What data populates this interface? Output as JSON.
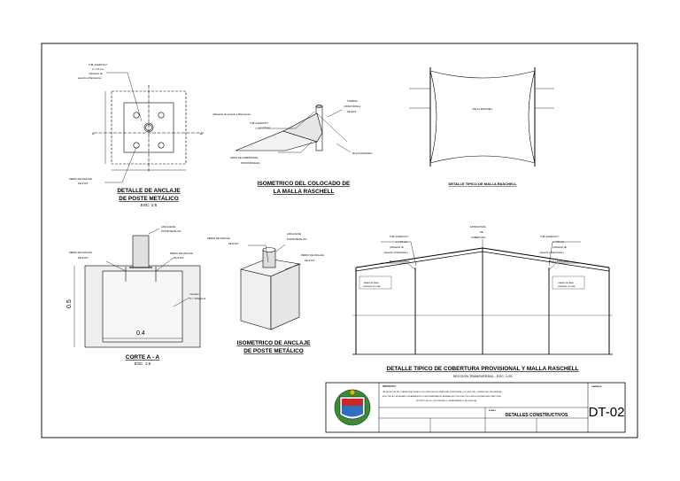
{
  "drawings": {
    "anclaje": {
      "note": [
        "TUB. ACERO Ø 2\"",
        "e = 2.5 mm",
        "(Ubicación de",
        "acuerdo a Planimetría )"
      ],
      "section_marks": [
        "A",
        "A"
      ],
      "bolt": [
        "PERNO DE ANCLAJE",
        "DE Ø 3/4\""
      ],
      "title": [
        "DETALLE DE ANCLAJE",
        "DE POSTE METÁLICO"
      ],
      "scale": "ESC: 1:5"
    },
    "isometrico_malla": {
      "tube": [
        "TUB. ACERO Ø 2\"",
        "e = 2.5 mm",
        "(Ubicación de acuerdo a Planimetría )"
      ],
      "cordon": [
        "CORDON",
        "LONGITUDINAL",
        "DE Ø1/4\""
      ],
      "limite": [
        "LIMITE DE COBERTURAS",
        "PROVISIONALES"
      ],
      "malla": "MALLA RASCHELL",
      "title": [
        "ISOMETRICO DEL COLOCADO DE",
        "LA MALLA RASCHELL"
      ]
    },
    "detalle_malla": {
      "center": "MALLA RASCHELL",
      "title": "DETALLE TIPICO DE MALLA RASCHELL"
    },
    "corte": {
      "anclaje": [
        "ANCLAJE DE",
        "POSTE METALICO"
      ],
      "perno_left": [
        "PERNO DE ANCLAJE",
        "DE Ø 3/4\""
      ],
      "perno_right": [
        "PERNO DE ANCLAJE",
        "DE Ø 3/4\""
      ],
      "concrete": [
        "Concreto",
        "f'c = 175kg/cm2"
      ],
      "dim_h": "0.5",
      "dim_w": "0.4",
      "title": "CORTE A - A",
      "scale": "ESC: 1:5"
    },
    "isometrico_anclaje": {
      "perno_left": [
        "PERNO DE ANCLAJE",
        "DE Ø 3/4\""
      ],
      "anclaje": [
        "ANCLAJE DE",
        "POSTE METALICO"
      ],
      "perno_right": [
        "PERNO DE ANCLAJE",
        "DE Ø 3/4\""
      ],
      "title": [
        "ISOMETRICO DE ANCLAJE",
        "DE POSTE METÁLICO"
      ]
    },
    "cobertura": {
      "estructura": [
        "ESTRUCTURA",
        "DE",
        "COBERTURA"
      ],
      "tube_left": [
        "TUB. ACERO Ø 2\"",
        "e = 2.5 mm",
        "(Ubicación de",
        "acuerdo a Planimetría )"
      ],
      "tube_right": [
        "TUB. ACERO Ø 2\"",
        "e = 2.5 mm",
        "(Ubicación de",
        "acuerdo a Planimetría )"
      ],
      "malla_left": "MALLA RASCHELL",
      "malla_right": "MALLA RASCHELL",
      "canaleta": [
        "CANALETA PARA",
        "DRENAJE PLUVIAL"
      ],
      "title": "DETALLE TIPICO DE COBERTURA PROVISIONAL Y MALLA RASCHELL",
      "subtitle": "SECCION TRANSVERSAL - ESC: 1:25"
    }
  },
  "title_block": {
    "project_label": "PROYECTO:",
    "project": [
      "\"ADQUISICION DE COBERTURA, ESPACIO DE CIRCULACION PEATONAL HORIZONTAL Y/O VERTICAL, SUMINISTRO DE ENERGIA",
      "ELECTRICA Y MOBILIARIO DE AMBIENTES COMPLEMENTARIOS; ADEMAS DE OTROS ACTIVOS EN EL(LA) MERCADO PACOCHA",
      "DISTRITO DE ILO, PROVINCIA ILO, DEPARTAMENTO MOQUEGUA\""
    ],
    "sheet_label": "LAMINA N°:",
    "sheet": "DT-02",
    "plan_label": "PLANO:",
    "plan": "DETALLES CONSTRUCTIVOS"
  }
}
